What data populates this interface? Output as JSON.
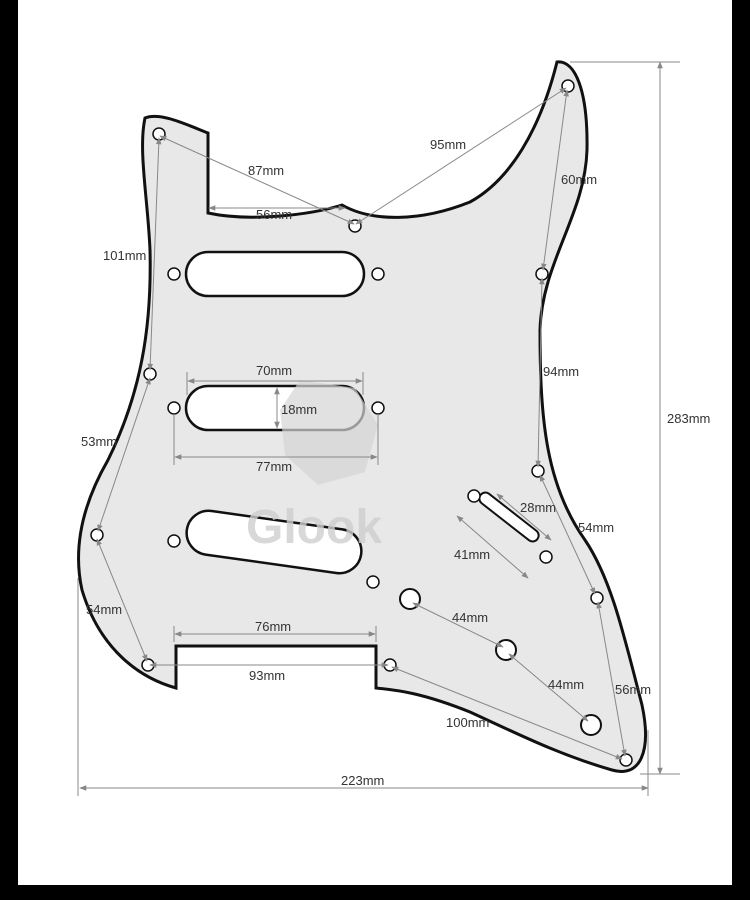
{
  "diagram": {
    "watermark": "Glook",
    "colors": {
      "background": "#000000",
      "paper": "#ffffff",
      "plate_fill": "#e8e8e8",
      "outline": "#111111",
      "dimension_line": "#888888",
      "watermark": "#cfcfcf"
    },
    "dimensions": {
      "d87": "87mm",
      "d56": "56mm",
      "d95": "95mm",
      "d60": "60mm",
      "d101": "101mm",
      "d283": "283mm",
      "d70": "70mm",
      "d18": "18mm",
      "d77": "77mm",
      "d94": "94mm",
      "d53": "53mm",
      "d28": "28mm",
      "d41": "41mm",
      "d54r": "54mm",
      "d54l": "54mm",
      "d44a": "44mm",
      "d44b": "44mm",
      "d76": "76mm",
      "d93": "93mm",
      "d56r": "56mm",
      "d100": "100mm",
      "d223": "223mm"
    }
  }
}
